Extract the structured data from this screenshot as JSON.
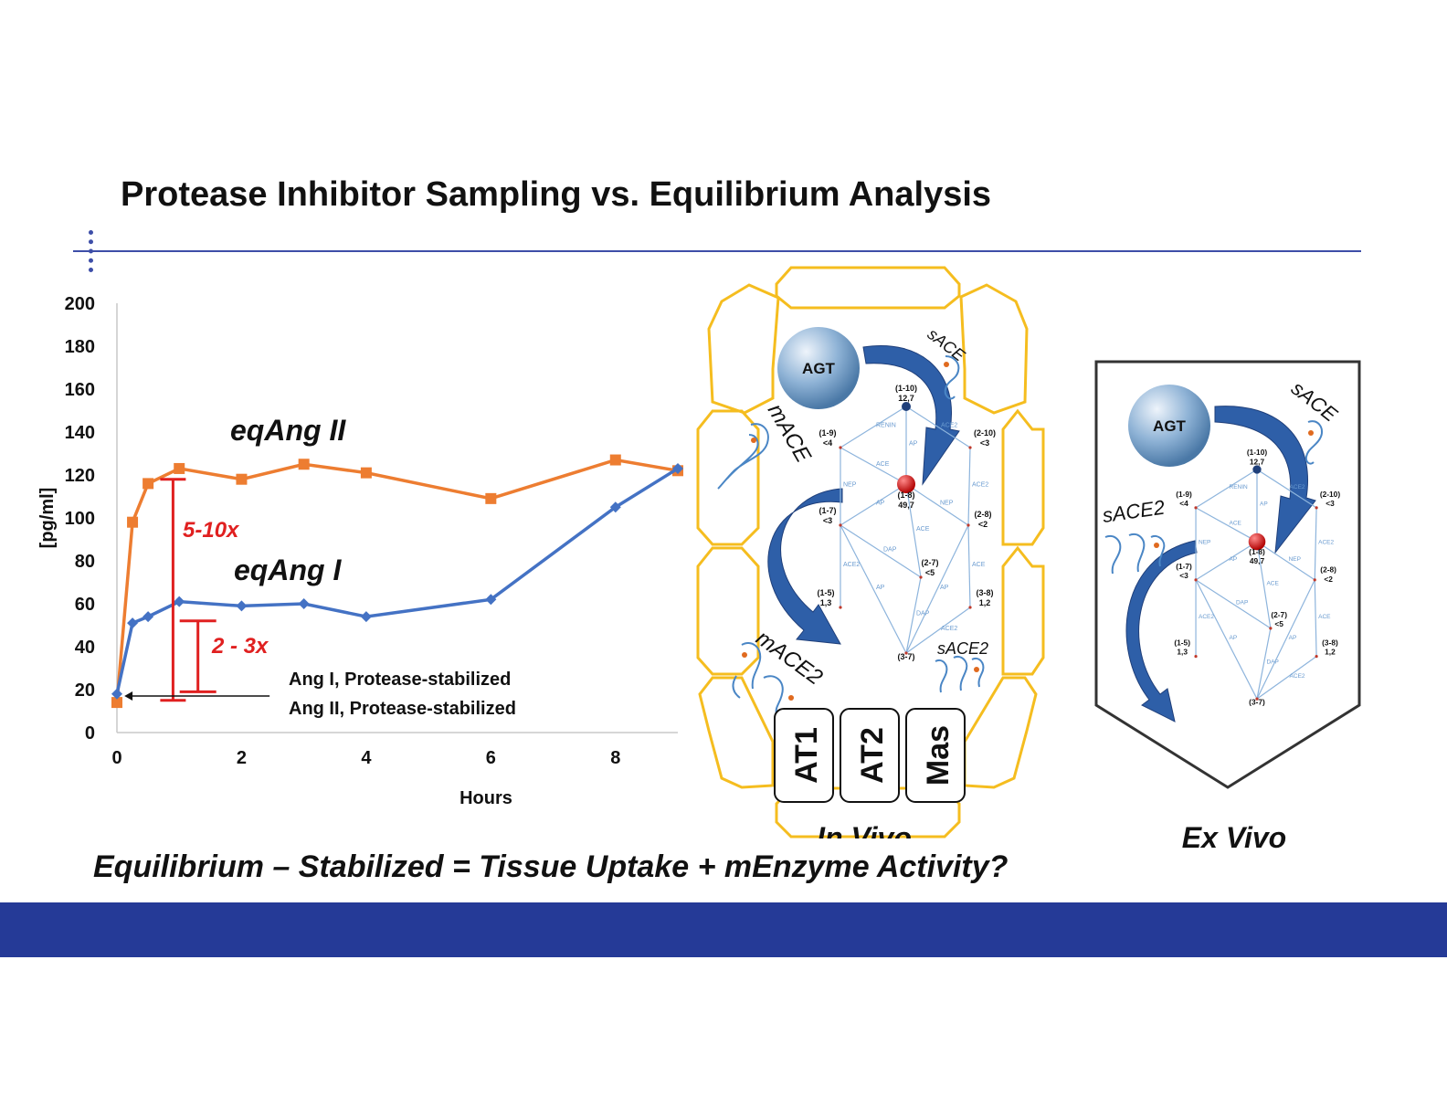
{
  "slide": {
    "title": "Protease Inhibitor Sampling vs. Equilibrium Analysis",
    "equation": "Equilibrium – Stabilized = Tissue Uptake + mEnzyme Activity?",
    "colors": {
      "rule": "#3d4ea8",
      "footer": "#253a97",
      "orange": "#ed7d31",
      "blue": "#4472c4",
      "red": "#e02020",
      "gold": "#f5bd1f"
    }
  },
  "chart_data": {
    "type": "line",
    "xlabel": "Hours",
    "ylabel": "[pg/ml]",
    "ylim": [
      0,
      200
    ],
    "xlim": [
      0,
      9
    ],
    "yticks": [
      "0",
      "20",
      "40",
      "60",
      "80",
      "100",
      "120",
      "140",
      "160",
      "180",
      "200"
    ],
    "xticks": [
      "0",
      "2",
      "4",
      "6",
      "8"
    ],
    "grid": false,
    "series": [
      {
        "name": "eqAng II",
        "color": "#ed7d31",
        "marker": "square",
        "x": [
          0,
          0.25,
          0.5,
          1,
          2,
          3,
          4,
          6,
          8,
          9
        ],
        "y": [
          14,
          98,
          116,
          123,
          118,
          125,
          121,
          109,
          127,
          122
        ]
      },
      {
        "name": "eqAng I",
        "color": "#4472c4",
        "marker": "diamond",
        "x": [
          0,
          0.25,
          0.5,
          1,
          2,
          3,
          4,
          6,
          8,
          9
        ],
        "y": [
          18,
          51,
          54,
          61,
          59,
          60,
          54,
          62,
          105,
          123
        ]
      }
    ],
    "annotations": {
      "ratio_big": "5-10x",
      "ratio_small": "2 - 3x",
      "stabilized_ang1": "Ang I, Protease-stabilized",
      "stabilized_ang2": "Ang II, Protease-stabilized"
    }
  },
  "diagrams": {
    "in_vivo": {
      "caption": "In Vivo",
      "agt": "AGT",
      "enzymes": {
        "sace": "sACE",
        "mace": "mACE",
        "mace2": "mACE2",
        "sace2": "sACE2"
      },
      "receptors": [
        "AT1",
        "AT2",
        "Mas"
      ]
    },
    "ex_vivo": {
      "caption": "Ex Vivo",
      "agt": "AGT",
      "enzymes": {
        "sace": "sACE",
        "sace2": "sACE2"
      }
    },
    "network": {
      "nodes": [
        {
          "id": "n110",
          "label": "(1-10)",
          "value": "12,7"
        },
        {
          "id": "n19",
          "label": "(1-9)",
          "value": "<4"
        },
        {
          "id": "n210",
          "label": "(2-10)",
          "value": "<3"
        },
        {
          "id": "n18",
          "label": "(1-8)",
          "value": "49,7"
        },
        {
          "id": "n17",
          "label": "(1-7)",
          "value": "<3"
        },
        {
          "id": "n28",
          "label": "(2-8)",
          "value": "<2"
        },
        {
          "id": "n27",
          "label": "(2-7)",
          "value": "<5"
        },
        {
          "id": "n15",
          "label": "(1-5)",
          "value": "1,3"
        },
        {
          "id": "n38",
          "label": "(3-8)",
          "value": "1,2"
        },
        {
          "id": "n37",
          "label": "(3-7)",
          "value": ""
        }
      ],
      "edges": [
        "RENIN",
        "ACE2",
        "AP",
        "NEP",
        "ACE",
        "ACE2",
        "AP",
        "NEP",
        "ACE",
        "ACE2",
        "DAP",
        "AP",
        "ACE",
        "DAP",
        "AP",
        "ACE2"
      ]
    }
  }
}
